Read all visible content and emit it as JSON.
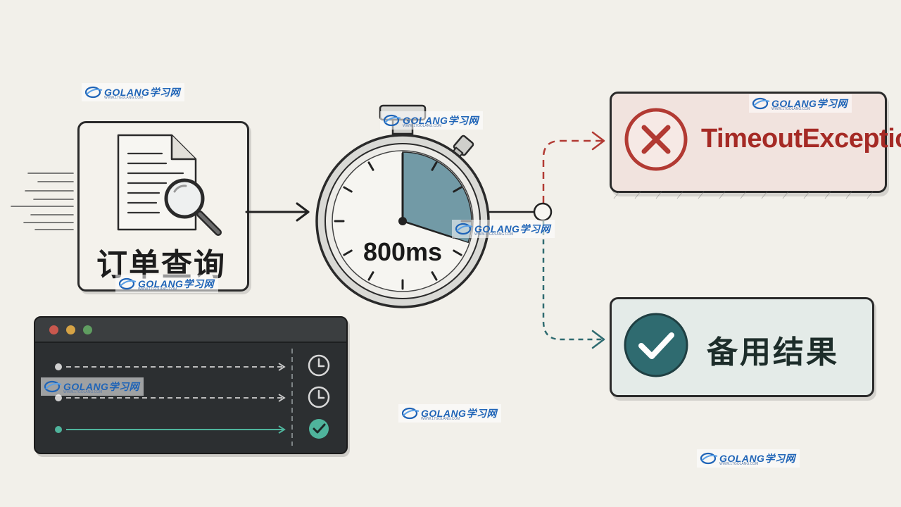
{
  "query_card": {
    "label": "订单查询"
  },
  "stopwatch": {
    "label": "800ms"
  },
  "timeout_result": {
    "label": "TimeoutException"
  },
  "fallback_result": {
    "label": "备用结果"
  },
  "watermark": {
    "text": "GOLANG学习网",
    "subtext": "WWW.17GOLANG.COM"
  },
  "colors": {
    "error": "#b23a33",
    "success": "#2f6b70",
    "terminal_bg": "#2c2f31",
    "stopwatch_fill": "#5b8a99"
  },
  "terminal": {
    "rows": [
      {
        "style": "dashed",
        "status_icon": "clock-icon"
      },
      {
        "style": "dashed",
        "status_icon": "clock-icon"
      },
      {
        "style": "solid",
        "status_icon": "check-icon"
      }
    ]
  },
  "icons": [
    "document-icon",
    "magnifier-icon",
    "stopwatch-icon",
    "error-x-icon",
    "check-icon",
    "clock-icon"
  ]
}
